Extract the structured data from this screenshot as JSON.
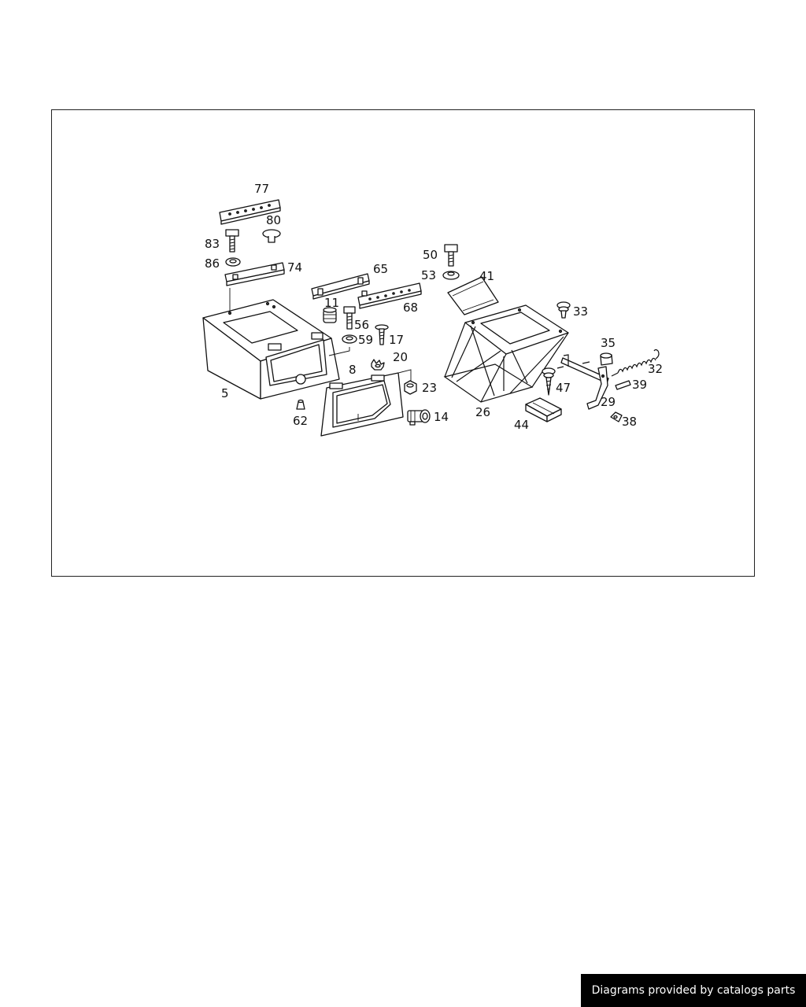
{
  "diagram": {
    "callouts": [
      "77",
      "80",
      "83",
      "86",
      "74",
      "65",
      "11",
      "56",
      "17",
      "59",
      "20",
      "5",
      "62",
      "8",
      "23",
      "14",
      "68",
      "50",
      "53",
      "41",
      "33",
      "35",
      "32",
      "39",
      "29",
      "38",
      "47",
      "26",
      "44"
    ]
  },
  "footer": {
    "text": "Diagrams provided by catalogs parts",
    "background": "#000000",
    "color": "#ffffff"
  }
}
